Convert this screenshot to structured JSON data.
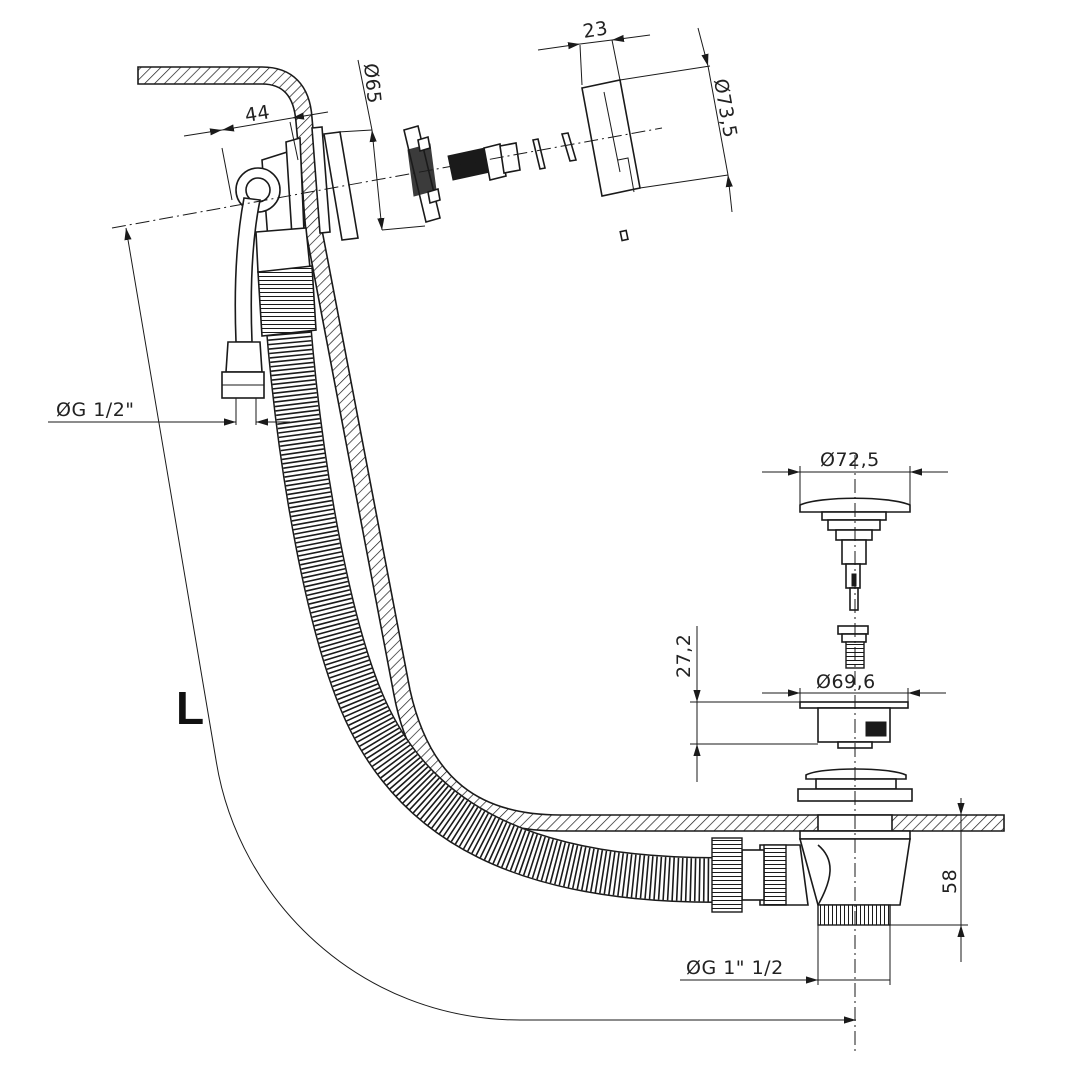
{
  "dimensions": {
    "overflow_flange_thickness": "44",
    "overflow_plate_diameter": "Ø65",
    "cover_depth": "23",
    "cover_diameter": "Ø73,5",
    "inlet_thread": "ØG 1/2\"",
    "plug_diameter": "Ø72,5",
    "drain_height": "27,2",
    "drain_flange_diameter": "Ø69,6",
    "waste_height": "58",
    "outlet_thread": "ØG 1\" 1/2"
  },
  "length_label": "L"
}
